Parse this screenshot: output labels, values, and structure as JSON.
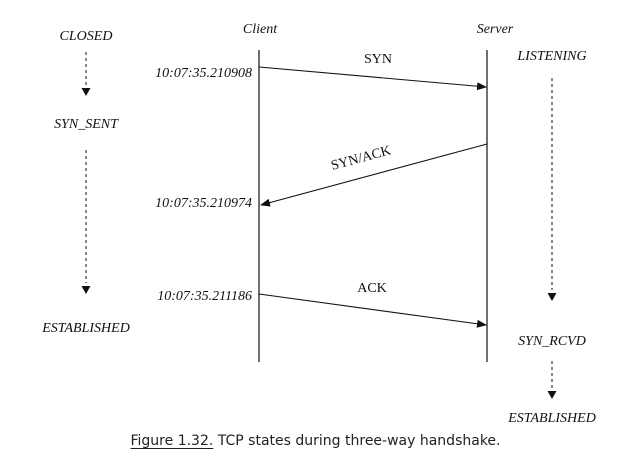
{
  "diagram": {
    "client_title": "Client",
    "server_title": "Server",
    "client_states": {
      "closed": "CLOSED",
      "syn_sent": "SYN_SENT",
      "established": "ESTABLISHED"
    },
    "server_states": {
      "listening": "LISTENING",
      "syn_rcvd": "SYN_RCVD",
      "established": "ESTABLISHED"
    },
    "timestamps": {
      "syn": "10:07:35.210908",
      "syn_ack": "10:07:35.210974",
      "ack": "10:07:35.211186"
    },
    "messages": {
      "syn": "SYN",
      "syn_ack": "SYN/ACK",
      "ack": "ACK"
    }
  },
  "caption": {
    "label": "Figure 1.32.",
    "text": "TCP states during three-way handshake."
  }
}
